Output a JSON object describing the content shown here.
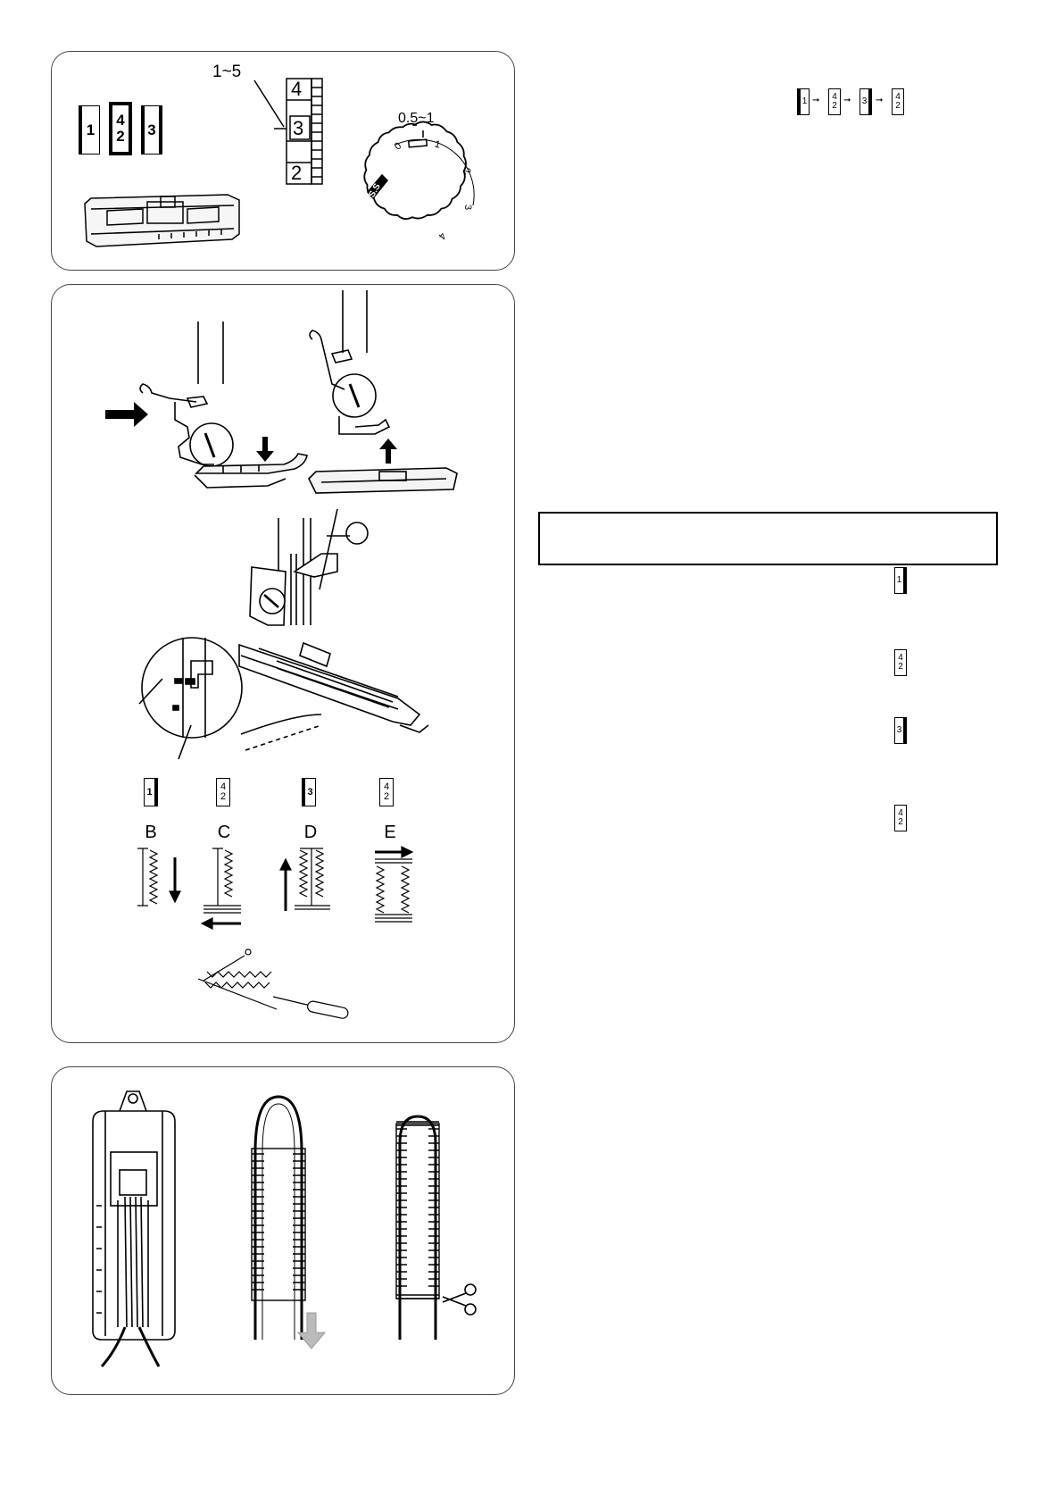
{
  "panel1": {
    "range_label": "1~5",
    "density_label": "0.5~1",
    "selector_icons": [
      {
        "top": "1",
        "bottom": ""
      },
      {
        "top": "4",
        "bottom": "2"
      },
      {
        "top": "3",
        "bottom": ""
      }
    ],
    "scale_numbers": [
      "4",
      "3",
      "2"
    ],
    "dial_numbers": [
      "0",
      "1",
      "2",
      "3",
      "4"
    ],
    "dial_marker": "S.S"
  },
  "sequence": [
    {
      "top": "1",
      "bottom": ""
    },
    {
      "top": "4",
      "bottom": "2"
    },
    {
      "top": "3",
      "bottom": ""
    },
    {
      "top": "4",
      "bottom": "2"
    }
  ],
  "panel2": {
    "step_icons": [
      {
        "top": "1",
        "bottom": ""
      },
      {
        "top": "4",
        "bottom": "2"
      },
      {
        "top": "3",
        "bottom": ""
      },
      {
        "top": "4",
        "bottom": "2"
      }
    ],
    "step_letters": [
      "B",
      "C",
      "D",
      "E"
    ]
  },
  "side_icons": [
    {
      "top": "1",
      "bottom": ""
    },
    {
      "top": "4",
      "bottom": "2"
    },
    {
      "top": "3",
      "bottom": ""
    },
    {
      "top": "4",
      "bottom": "2"
    }
  ]
}
